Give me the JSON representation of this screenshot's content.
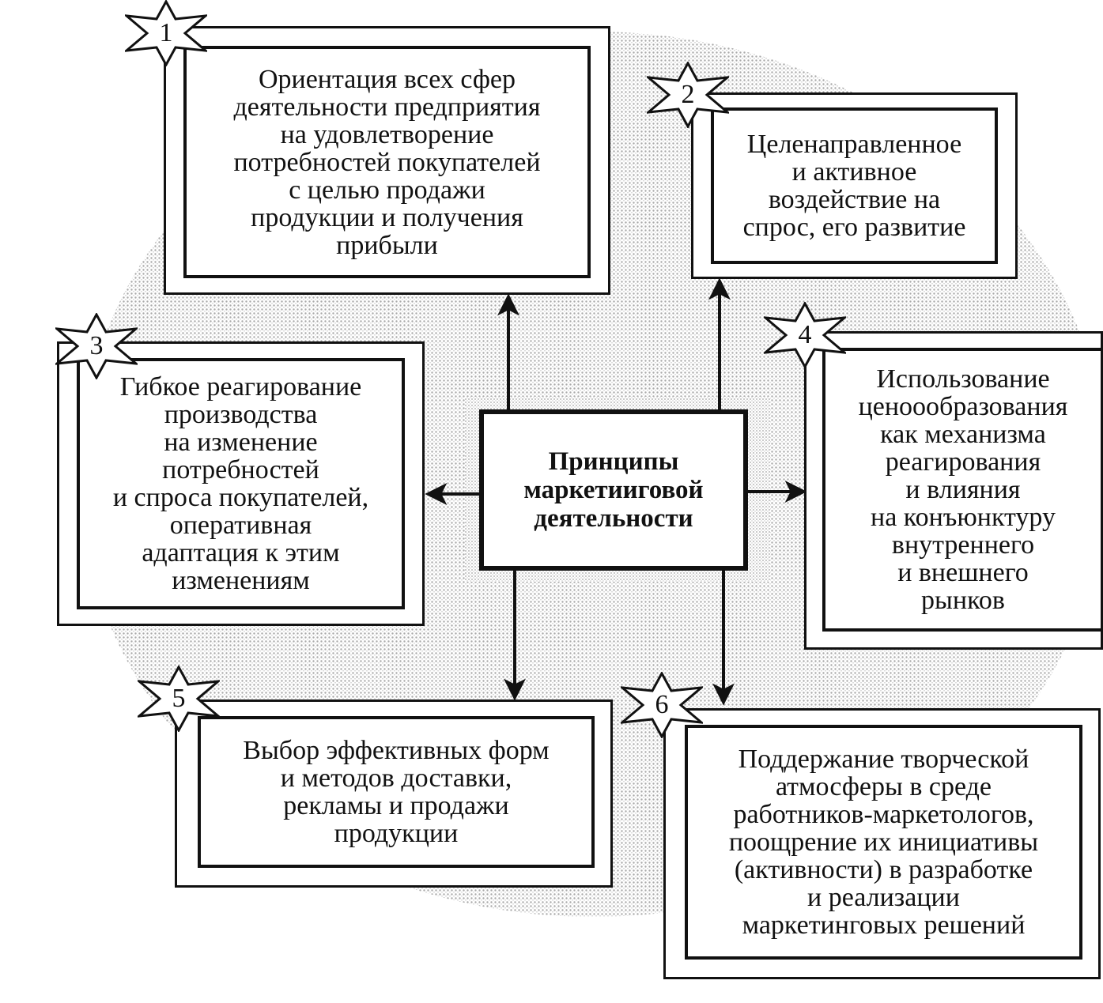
{
  "center": {
    "title": "Принципы\nмаркетииговой\nдеятельности"
  },
  "principles": [
    {
      "number": "1",
      "text": "Ориентация всех сфер\nдеятельности предприятия\nна удовлетворение\nпотребностей покупателей\nс целью продажи\nпродукции и получения\nприбыли"
    },
    {
      "number": "2",
      "text": "Целенаправленное\nи активное\nвоздействие на\nспрос, его развитие"
    },
    {
      "number": "3",
      "text": "Гибкое реагирование\nпроизводства\nна изменение\nпотребностей\nи спроса покупателей,\nоперативная\nадаптация к этим\nизменениям"
    },
    {
      "number": "4",
      "text": "Использование\nценоообразования\nкак механизма\nреагирования\nи влияния\nна конъюнктуру\nвнутреннего\nи внешнего\nрынков"
    },
    {
      "number": "5",
      "text": "Выбор эффективных форм\nи методов доставки,\nрекламы и продажи\nпродукции"
    },
    {
      "number": "6",
      "text": "Поддержание творческой\nатмосферы в среде\nработников-маркетологов,\nпоощрение их инициативы\n(активности) в разработке\nи реализации\nмаркетинговых решений"
    }
  ],
  "colors": {
    "ink": "#111111",
    "halftone": "#c8c8c8",
    "paper": "#ffffff"
  }
}
